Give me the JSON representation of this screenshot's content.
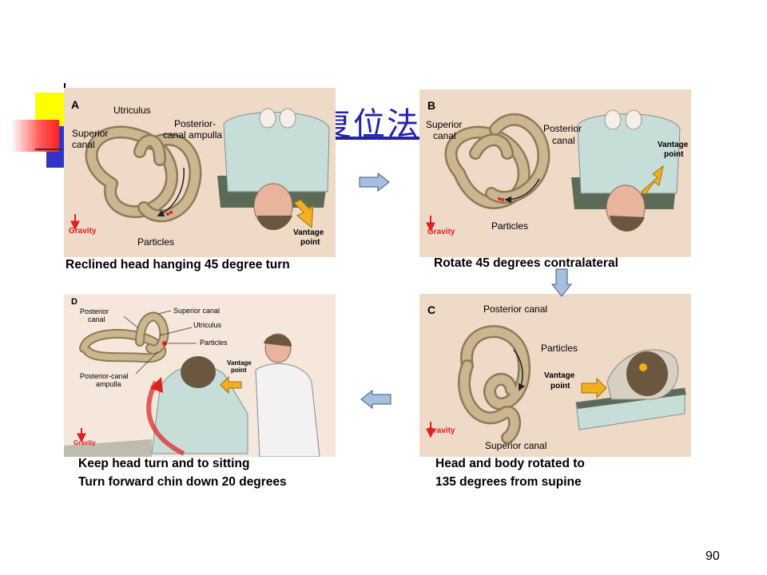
{
  "slide": {
    "title_fragment": "复位法",
    "page_number": "90"
  },
  "panels": {
    "a": {
      "letter": "A",
      "labels": {
        "utriculus": "Utriculus",
        "superior_canal": [
          "Superior",
          "canal"
        ],
        "posterior_canal_ampulla": [
          "Posterior-",
          "canal ampulla"
        ],
        "particles": "Particles",
        "gravity": "Gravity",
        "vantage_point": [
          "Vantage",
          "point"
        ]
      },
      "caption": "Reclined head hanging 45 degree turn"
    },
    "b": {
      "letter": "B",
      "labels": {
        "superior_canal": [
          "Superior",
          "canal"
        ],
        "posterior_canal": [
          "Posterior",
          "canal"
        ],
        "vantage_point": [
          "Vantage",
          "point"
        ],
        "particles": "Particles",
        "gravity": "Gravity"
      },
      "caption": "Rotate 45 degrees contralateral"
    },
    "c": {
      "letter": "C",
      "labels": {
        "posterior_canal": "Posterior canal",
        "particles": "Particles",
        "vantage_point": [
          "Vantage",
          "point"
        ],
        "gravity": "Gravity",
        "superior_canal": "Superior canal"
      },
      "caption": [
        "Head and body rotated to",
        "135 degrees from supine"
      ]
    },
    "d": {
      "letter": "D",
      "labels": {
        "posterior_canal": [
          "Posterior",
          "canal"
        ],
        "superior_canal": "Superior canal",
        "utriculus": "Utriculus",
        "particles": "Particles",
        "posterior_canal_ampulla": [
          "Posterior-canal",
          "ampulla"
        ],
        "vantage_point": [
          "Vantage",
          "point"
        ],
        "gravity": "Gravity"
      },
      "caption": [
        "Keep head turn and to sitting",
        "Turn forward chin down 20 degrees"
      ]
    }
  },
  "colors": {
    "panel_bg": "#efd9c7",
    "canal": "#cbb68f",
    "sheet": "#c7ddd8",
    "gravity_red": "#e02020",
    "vantage_arrow": "#f0b020",
    "flow_arrow": "#a8bedf",
    "title": "#2222aa"
  }
}
